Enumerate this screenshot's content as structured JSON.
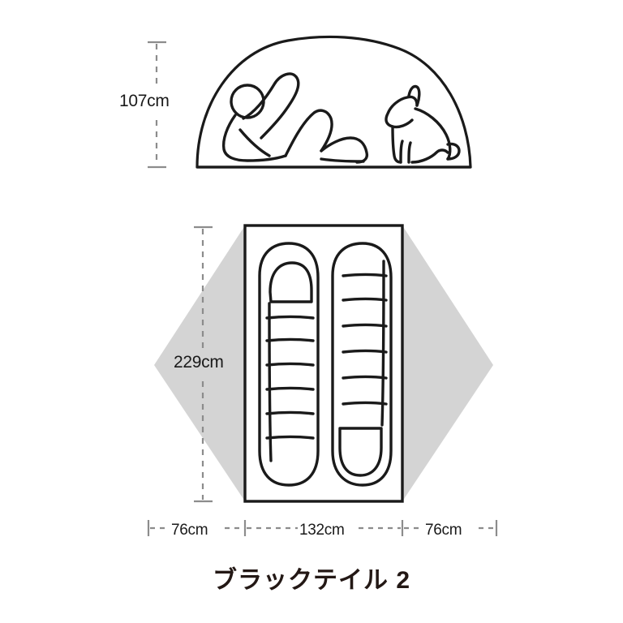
{
  "product": {
    "title": "ブラックテイル 2"
  },
  "diagram": {
    "elevation": {
      "height_label": "107cm",
      "figures": [
        "reclining-person",
        "sitting-dog"
      ],
      "shape": "dome-silhouette"
    },
    "floorplan": {
      "depth_label": "229cm",
      "vestibule_left_label": "76cm",
      "floor_width_label": "132cm",
      "vestibule_right_label": "76cm",
      "occupants": [
        "sleeping-bag-left",
        "sleeping-bag-right"
      ]
    }
  },
  "colors": {
    "line": "#1a1a1a",
    "vestibule_fill": "#d4d4d4",
    "dimension_line": "#8c8c8c",
    "title_text": "#231815",
    "background": "#ffffff"
  }
}
